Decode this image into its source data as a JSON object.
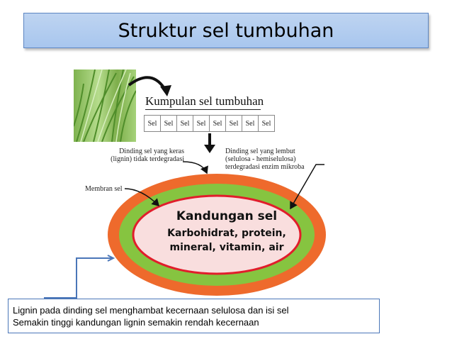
{
  "title": "Struktur sel tumbuhan",
  "diagram": {
    "cluster_title": "Kumpulan sel tumbuhan",
    "cells": [
      "Sel",
      "Sel",
      "Sel",
      "Sel",
      "Sel",
      "Sel",
      "Sel",
      "Sel"
    ],
    "label_hard_wall": "Dinding sel yang keras\n(lignin) tidak terdegradasi",
    "label_soft_wall": "Dinding sel yang lembut\n(selulosa - hemiselulosa)\nterdegradasi enzim mikroba",
    "label_membrane": "Membran sel",
    "content_title": "Kandungan sel",
    "content_line1": "Karbohidrat, protein,",
    "content_line2": "mineral, vitamin, air",
    "colors": {
      "outer_wall": "#ee6a2c",
      "inner_wall": "#86c440",
      "membrane": "#e11d2b",
      "content": "#f9dede",
      "connector": "#4a76b8"
    }
  },
  "caption": {
    "line1": "Lignin pada dinding sel menghambat kecernaan selulosa dan isi sel",
    "line2": "Semakin tinggi kandungan lignin semakin rendah kecernaan"
  }
}
